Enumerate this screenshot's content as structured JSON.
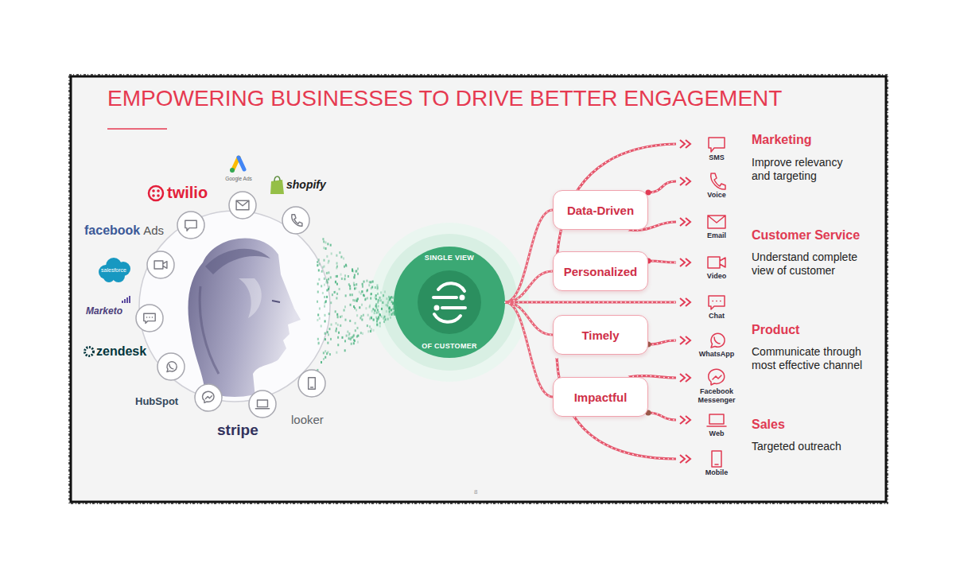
{
  "diagram": {
    "title": "EMPOWERING BUSINESSES TO DRIVE BETTER ENGAGEMENT",
    "nodes": [
      {
        "text": [
          "SINGLE VIEW",
          "OF CUSTOMER"
        ]
      },
      {
        "text": [
          "Data-Driven"
        ]
      },
      {
        "text": [
          "Personalized"
        ]
      },
      {
        "text": [
          "Timely"
        ]
      },
      {
        "text": [
          "Impactful"
        ]
      }
    ],
    "edges": [
      {
        "from": 0,
        "to": 1,
        "arrow": "none"
      },
      {
        "from": 0,
        "to": 2,
        "arrow": "none"
      },
      {
        "from": 0,
        "to": 3,
        "arrow": "none"
      },
      {
        "from": 0,
        "to": 4,
        "arrow": "none"
      }
    ],
    "labels": [
      "twilio",
      "Google Ads",
      "shopify",
      "facebook",
      "Ads",
      "salesforce",
      "Marketo",
      "zendesk",
      "HubSpot",
      "stripe",
      "looker",
      "SMS",
      "Voice",
      "Email",
      "Video",
      "Chat",
      "WhatsApp",
      "Facebook Messenger",
      "Web",
      "Mobile",
      "Marketing",
      "Improve relevancy and targeting",
      "Customer Service",
      "Understand complete view of customer",
      "Product",
      "Communicate through most effective channel",
      "Sales",
      "Targeted outreach",
      "8"
    ]
  }
}
